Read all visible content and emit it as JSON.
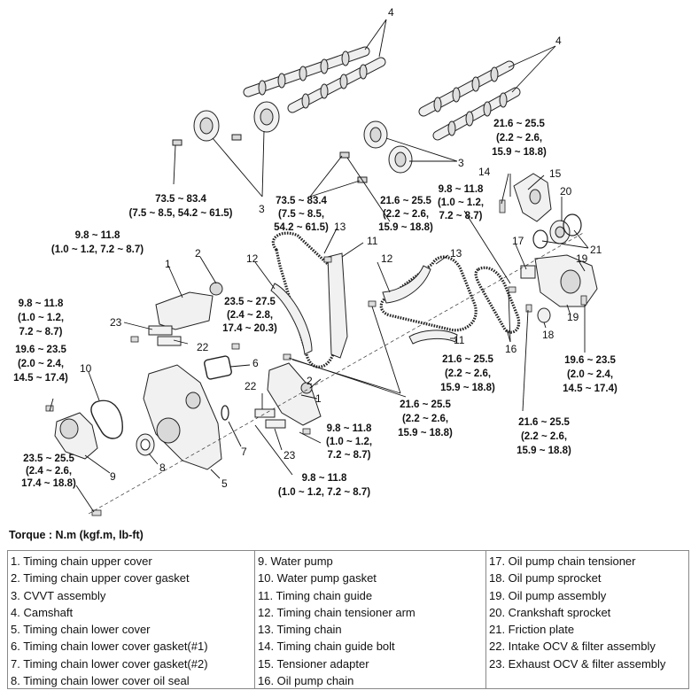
{
  "torque_heading": "Torque : N.m (kgf.m, lb-ft)",
  "torque_specs": {
    "t1": [
      "73.5 ~ 83.4",
      "(7.5 ~ 8.5, 54.2 ~ 61.5)"
    ],
    "t2": [
      "73.5 ~ 83.4",
      "(7.5 ~ 8.5,",
      "54.2 ~ 61.5)"
    ],
    "t3": [
      "21.6 ~ 25.5",
      "(2.2 ~ 2.6,",
      "15.9 ~ 18.8)"
    ],
    "t4": [
      "9.8 ~ 11.8",
      "(1.0 ~ 1.2,",
      "7.2 ~ 8.7)"
    ],
    "t5": [
      "21.6 ~ 25.5",
      "(2.2 ~ 2.6,",
      "15.9 ~ 18.8)"
    ],
    "t6": [
      "9.8 ~ 11.8",
      "(1.0 ~ 1.2, 7.2 ~ 8.7)"
    ],
    "t7": [
      "23.5 ~ 27.5",
      "(2.4 ~ 2.8,",
      "17.4 ~ 20.3)"
    ],
    "t8": [
      "9.8 ~ 11.8",
      "(1.0 ~ 1.2,",
      "7.2 ~ 8.7)"
    ],
    "t9": [
      "19.6 ~ 23.5",
      "(2.0 ~ 2.4,",
      "14.5 ~ 17.4)"
    ],
    "t10": [
      "21.6 ~ 25.5",
      "(2.2 ~ 2.6,",
      "15.9 ~ 18.8)"
    ],
    "t11": [
      "21.6 ~ 25.5",
      "(2.2 ~ 2.6,",
      "15.9 ~ 18.8)"
    ],
    "t12": [
      "19.6 ~ 23.5",
      "(2.0 ~ 2.4,",
      "14.5 ~ 17.4)"
    ],
    "t13": [
      "21.6 ~ 25.5",
      "(2.2 ~ 2.6,",
      "15.9 ~ 18.8)"
    ],
    "t14": [
      "9.8 ~ 11.8",
      "(1.0 ~ 1.2,",
      "7.2 ~ 8.7)"
    ],
    "t15": [
      "9.8 ~ 11.8",
      "(1.0 ~ 1.2, 7.2 ~ 8.7)"
    ],
    "t16": [
      "23.5 ~ 25.5",
      "(2.4 ~ 2.6,",
      "17.4 ~ 18.8)"
    ]
  },
  "callouts": {
    "c1": "4",
    "c2": "4",
    "c3": "3",
    "c4": "3",
    "c5": "14",
    "c6": "15",
    "c7": "20",
    "c8": "13",
    "c9": "11",
    "c10": "12",
    "c11": "12",
    "c12": "13",
    "c13": "17",
    "c14": "21",
    "c15": "19",
    "c16": "1",
    "c17": "2",
    "c18": "23",
    "c19": "22",
    "c20": "10",
    "c21": "6",
    "c22": "2",
    "c23": "1",
    "c24": "11",
    "c25": "16",
    "c26": "19",
    "c27": "18",
    "c28": "22",
    "c29": "23",
    "c30": "7",
    "c31": "8",
    "c32": "9",
    "c33": "5"
  },
  "legend": {
    "columns": [
      [
        "1. Timing chain upper cover",
        "2. Timing chain upper cover gasket",
        "3. CVVT assembly",
        "4. Camshaft",
        "5. Timing chain lower cover",
        "6. Timing chain lower cover gasket(#1)",
        "7. Timing chain lower cover gasket(#2)",
        "8. Timing chain lower cover oil seal"
      ],
      [
        "9. Water pump",
        "10. Water pump gasket",
        "11. Timing chain guide",
        "12. Timing chain tensioner arm",
        "13. Timing chain",
        "14. Timing chain guide bolt",
        "15. Tensioner adapter",
        "16. Oil pump chain"
      ],
      [
        "17. Oil pump chain tensioner",
        "18. Oil pump sprocket",
        "19. Oil pump assembly",
        "20. Crankshaft sprocket",
        "21. Friction plate",
        "22. Intake OCV & filter assembly",
        "23. Exhaust OCV & filter assembly"
      ]
    ]
  }
}
